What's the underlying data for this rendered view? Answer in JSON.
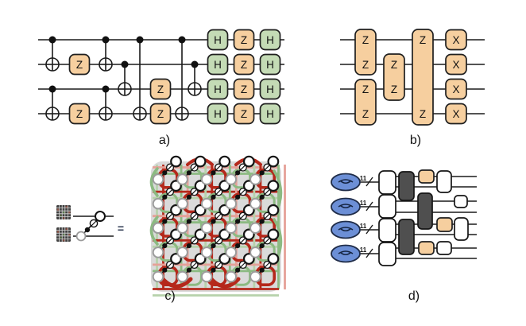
{
  "colors": {
    "gate_orange": "#f6cf9f",
    "gate_green": "#c4dbb5",
    "box_dark": "#4f4f4f",
    "torus_blue": "#6c8fd6",
    "lattice_red": "#b5281b",
    "lattice_pink": "#e5a198",
    "lattice_green": "#8cba82",
    "lattice_light_green": "#b7d2ab",
    "lattice_bg": "#dadada"
  },
  "glyphs": {
    "z": "Z",
    "h": "H",
    "x": "X"
  },
  "panel_a": {
    "label": "a)",
    "wires": 4,
    "columns": [
      {
        "type": "cnot",
        "pairs": [
          [
            1,
            2
          ],
          [
            3,
            4
          ]
        ]
      },
      {
        "type": "z_gate",
        "on": [
          2,
          4
        ]
      },
      {
        "type": "cnot",
        "pairs": [
          [
            1,
            2
          ],
          [
            3,
            4
          ]
        ]
      },
      {
        "type": "cnot",
        "pairs": [
          [
            2,
            3
          ]
        ]
      },
      {
        "type": "cnot",
        "pairs": [
          [
            1,
            4
          ]
        ]
      },
      {
        "type": "z_gate",
        "on": [
          3,
          4
        ]
      },
      {
        "type": "cnot",
        "pairs": [
          [
            1,
            4
          ]
        ]
      },
      {
        "type": "cnot",
        "pairs": [
          [
            2,
            3
          ]
        ]
      },
      {
        "type": "h_gate",
        "on": [
          1,
          2,
          3,
          4
        ]
      },
      {
        "type": "z_gate",
        "on": [
          1,
          2,
          3,
          4
        ]
      },
      {
        "type": "h_gate",
        "on": [
          1,
          2,
          3,
          4
        ]
      }
    ]
  },
  "panel_b": {
    "label": "b)",
    "wires": 4,
    "columns": [
      {
        "type": "zz_block",
        "spans": [
          [
            1,
            2
          ],
          [
            3,
            4
          ]
        ]
      },
      {
        "type": "zz_block",
        "spans": [
          [
            2,
            3
          ]
        ]
      },
      {
        "type": "zz_block",
        "spans": [
          [
            1,
            4
          ]
        ]
      },
      {
        "type": "x_gate",
        "on": [
          1,
          2,
          3,
          4
        ]
      }
    ]
  },
  "panel_c": {
    "label": "c)",
    "equals": "=",
    "lattice": {
      "rows": 5,
      "cols": 5
    }
  },
  "panel_d": {
    "label": "d)",
    "registers": 4,
    "register_size_label": "11"
  }
}
